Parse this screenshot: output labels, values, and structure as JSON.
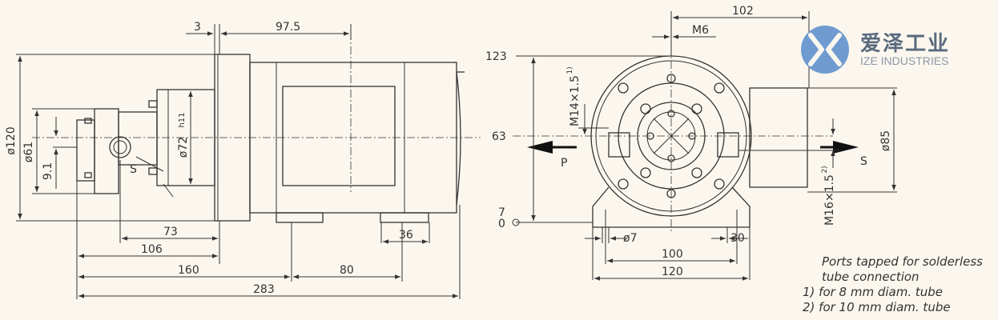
{
  "logo": {
    "cn": "爱泽工业",
    "en": "IZE INDUSTRIES"
  },
  "left_view": {
    "dims": {
      "d120": "ø120",
      "d61": "ø61",
      "d9_1": "9.1",
      "d72": "ø72",
      "h11": "h11",
      "s_label": "S",
      "d3": "3",
      "d97_5": "97.5",
      "d73": "73",
      "d106": "106",
      "d36": "36",
      "d160": "160",
      "d80": "80",
      "d283": "283"
    }
  },
  "right_view": {
    "dims": {
      "d102": "102",
      "m6": "M6",
      "m14": "M14×1.5",
      "m14_sup": "1)",
      "m16": "M16×1.5",
      "m16_sup": "2)",
      "y123": "123",
      "y63": "63",
      "y7": "7",
      "y0": "0",
      "p_label": "P",
      "s_label": "S",
      "d85": "ø85",
      "d7": "ø7",
      "d30": "30",
      "d100": "100",
      "d120": "120"
    }
  },
  "notes": {
    "line1": "Ports tapped for solderless",
    "line2": "tube connection",
    "line3": "1) for 8 mm diam. tube",
    "line4": "2) for 10 mm diam. tube"
  }
}
